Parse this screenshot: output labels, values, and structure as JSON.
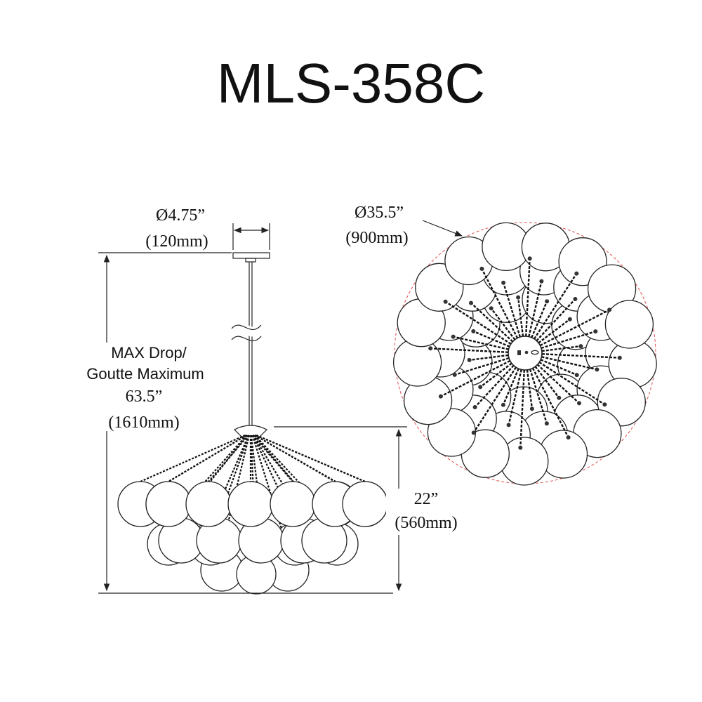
{
  "title": "MLS-358C",
  "canopy_dim": {
    "imperial": "Ø4.75”",
    "metric": "(120mm)"
  },
  "diameter_dim": {
    "imperial": "Ø35.5”",
    "metric": "(900mm)"
  },
  "max_drop": {
    "label_en": "MAX Drop/",
    "label_fr": "Goutte Maximum",
    "imperial": "63.5”",
    "metric": "(1610mm)"
  },
  "body_height": {
    "imperial": "22”",
    "metric": "(560mm)"
  },
  "colors": {
    "line": "#222222",
    "outline_dash": "#e05050"
  }
}
